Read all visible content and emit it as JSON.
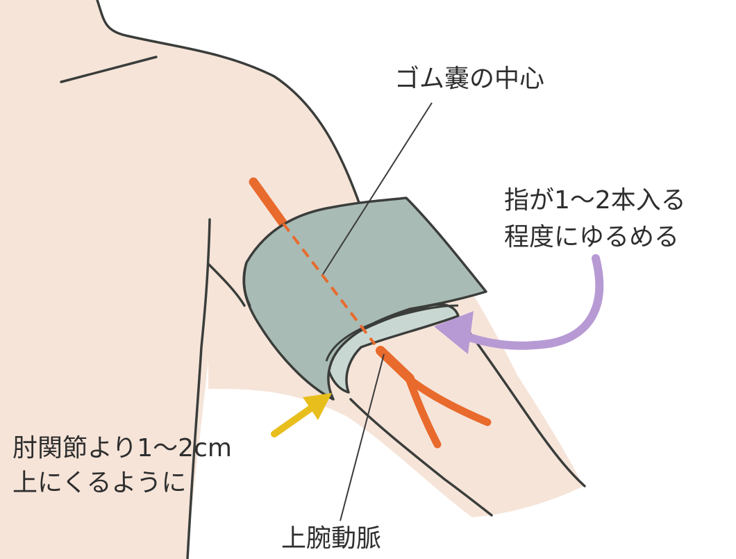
{
  "labels": {
    "rubber_bladder_center": "ゴム嚢の中心",
    "finger_fit_line1": "指が1〜2本入る",
    "finger_fit_line2": "程度にゆるめる",
    "elbow_position_line1": "肘関節より1〜2cm",
    "elbow_position_line2": "上にくるように",
    "brachial_artery": "上腕動脈"
  },
  "colors": {
    "skin": "#f6e4d9",
    "outline": "#3a3d3a",
    "cuff": "#a9bbb5",
    "cuff_inner": "#c9d7d2",
    "artery": "#e86a2c",
    "finger_arrow": "#b79ad4",
    "elbow_arrow": "#e8be1d",
    "leader_line": "#3a3a3a"
  }
}
